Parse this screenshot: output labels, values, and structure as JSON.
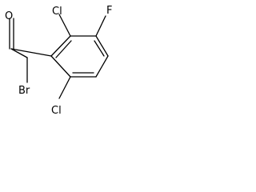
{
  "structure": {
    "atoms": [
      {
        "id": "o",
        "label": "O"
      },
      {
        "id": "br",
        "label": "Br"
      },
      {
        "id": "cl_top",
        "label": "Cl"
      },
      {
        "id": "f",
        "label": "F"
      },
      {
        "id": "cl_bottom",
        "label": "Cl"
      }
    ]
  }
}
